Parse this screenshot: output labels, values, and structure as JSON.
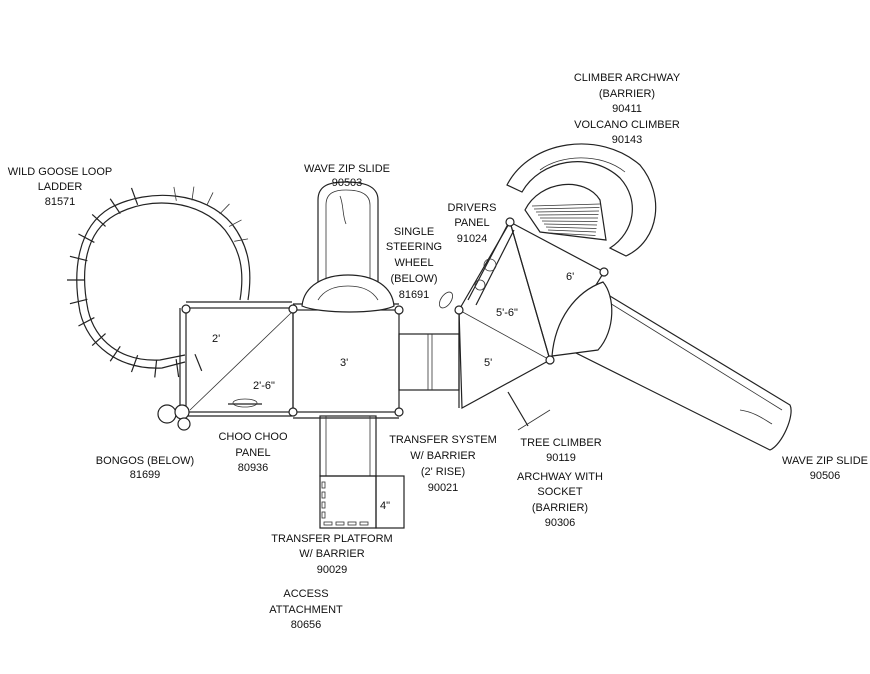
{
  "labels": {
    "wild_goose": [
      "WILD GOOSE LOOP",
      "LADDER",
      "81571"
    ],
    "wave_zip_top": [
      "WAVE ZIP SLIDE",
      "90503"
    ],
    "single_steering": [
      "SINGLE",
      "STEERING",
      "WHEEL",
      "(BELOW)",
      "81691"
    ],
    "drivers_panel": [
      "DRIVERS",
      "PANEL",
      "91024"
    ],
    "climber_archway": [
      "CLIMBER ARCHWAY",
      "(BARRIER)",
      "90411",
      "VOLCANO CLIMBER",
      "90143"
    ],
    "bongos": [
      "BONGOS (BELOW)",
      "81699"
    ],
    "choo_choo": [
      "CHOO CHOO",
      "PANEL",
      "80936"
    ],
    "transfer_system": [
      "TRANSFER SYSTEM",
      "W/ BARRIER",
      "(2' RISE)",
      "90021"
    ],
    "tree_climber": [
      "TREE CLIMBER",
      "90119"
    ],
    "archway_socket": [
      "ARCHWAY WITH",
      "SOCKET",
      "(BARRIER)",
      "90306"
    ],
    "wave_zip_right": [
      "WAVE  ZIP SLIDE",
      "90506"
    ],
    "transfer_platform": [
      "TRANSFER PLATFORM",
      "W/ BARRIER",
      "90029"
    ],
    "access_attachment": [
      "ACCESS",
      "ATTACHMENT",
      "80656"
    ]
  },
  "dimensions": {
    "deck_a": "2'",
    "deck_a_lower": "2'-6\"",
    "deck_b": "3'",
    "deck_c_upper": "5'-6\"",
    "deck_c_lower": "5'",
    "deck_d": "6'",
    "access": "4\""
  }
}
